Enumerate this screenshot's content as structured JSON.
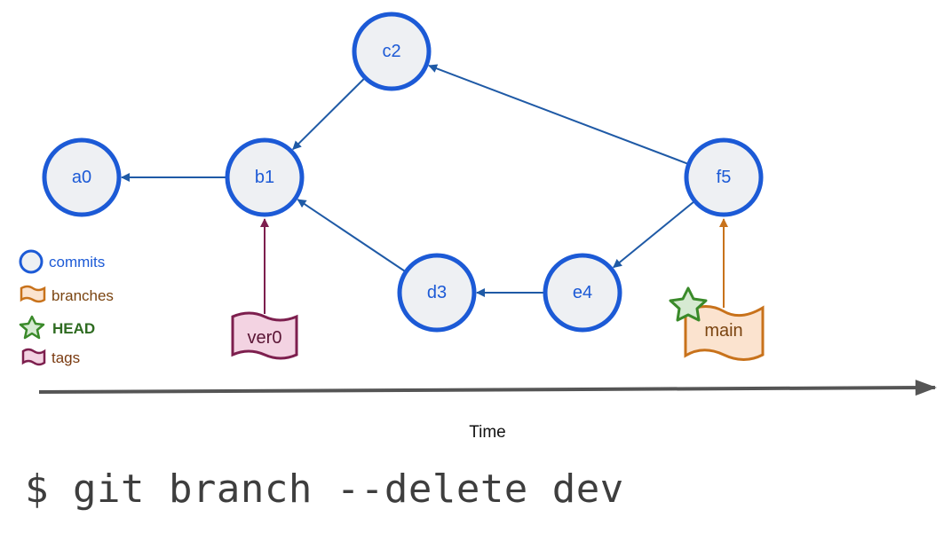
{
  "commits": [
    {
      "id": "a0",
      "label": "a0"
    },
    {
      "id": "b1",
      "label": "b1"
    },
    {
      "id": "c2",
      "label": "c2"
    },
    {
      "id": "d3",
      "label": "d3"
    },
    {
      "id": "e4",
      "label": "e4"
    },
    {
      "id": "f5",
      "label": "f5"
    }
  ],
  "edges": [
    {
      "from": "b1",
      "to": "a0"
    },
    {
      "from": "c2",
      "to": "b1"
    },
    {
      "from": "d3",
      "to": "b1"
    },
    {
      "from": "e4",
      "to": "d3"
    },
    {
      "from": "f5",
      "to": "c2"
    },
    {
      "from": "f5",
      "to": "e4"
    }
  ],
  "refs": {
    "tag": {
      "label": "ver0",
      "points_to": "b1"
    },
    "branch": {
      "label": "main",
      "points_to": "f5",
      "head": true
    }
  },
  "legend": {
    "commits": "commits",
    "branches": "branches",
    "head": "HEAD",
    "tags": "tags"
  },
  "axis": {
    "label": "Time"
  },
  "command": "$ git branch --delete dev",
  "colors": {
    "commit": "#1c5ad6",
    "commit_fill": "#eef0f3",
    "edge": "#1f5aa6",
    "branch": "#c8721b",
    "branch_fill": "#fbe3cf",
    "tag": "#7d1f4e",
    "tag_fill": "#f3d3e2",
    "head": "#3a8a2a",
    "head_fill": "#d6ead2",
    "axis": "#555555"
  }
}
